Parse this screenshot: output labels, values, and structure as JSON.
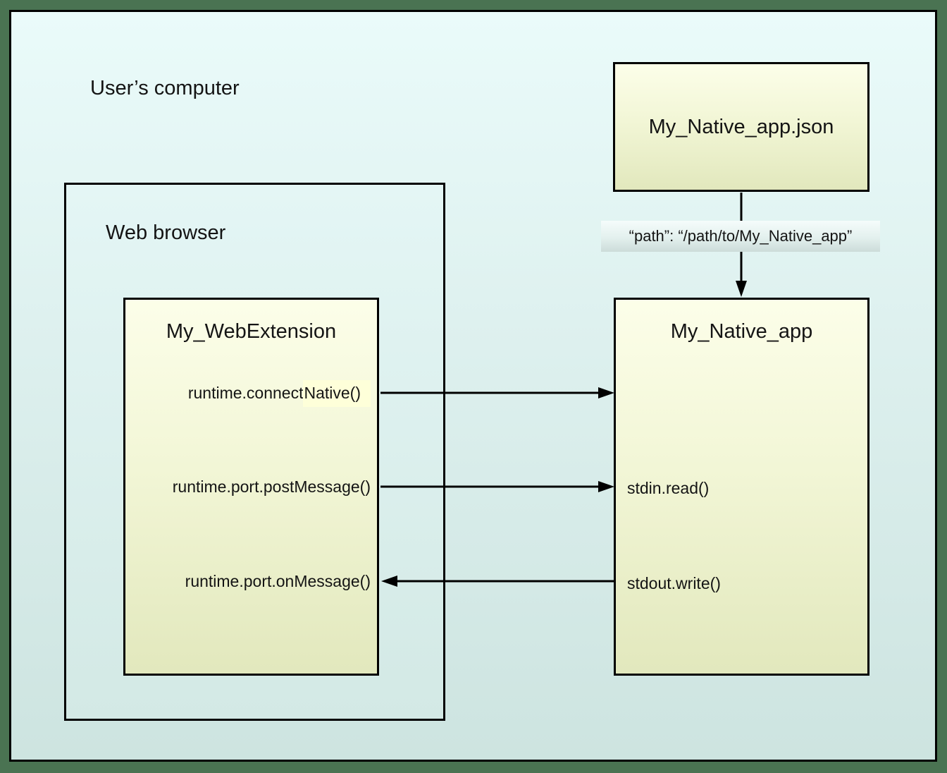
{
  "outer": {
    "label": "User’s computer"
  },
  "browser": {
    "label": "Web browser"
  },
  "webext": {
    "title": "My_WebExtension",
    "methods": {
      "connect_prefix": "runtime.connect",
      "connect_highlight": "Native()",
      "post_message": "runtime.port.postMessage()",
      "on_message": "runtime.port.onMessage()"
    }
  },
  "native_app": {
    "title": "My_Native_app",
    "methods": {
      "stdin": "stdin.read()",
      "stdout": "stdout.write()"
    }
  },
  "manifest": {
    "title": "My_Native_app.json",
    "path_label": "“path”: “/path/to/My_Native_app”"
  },
  "colors": {
    "frame_green": "#4a7352",
    "box_border": "#000000",
    "background_top": "#eafbfa",
    "background_bottom": "#cde4e0",
    "yellow_box_top": "#fcfee9",
    "yellow_box_bottom": "#e2e8bd",
    "highlight": "#feffd9",
    "text": "#141414"
  }
}
